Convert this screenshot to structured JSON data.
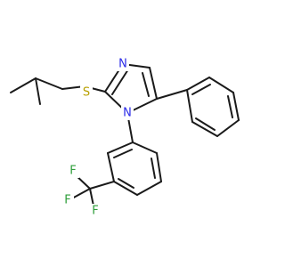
{
  "molecule": {
    "colors": {
      "bond": "#1a1a1a",
      "nitrogen": "#2a2ae8",
      "sulfur": "#b8a000",
      "fluorine": "#2e9e3a"
    },
    "atoms": {
      "n3": {
        "element": "N",
        "label": "N"
      },
      "s": {
        "element": "S",
        "label": "S"
      },
      "n1": {
        "element": "N",
        "label": "N"
      },
      "f1": {
        "element": "F",
        "label": "F"
      },
      "f2": {
        "element": "F",
        "label": "F"
      },
      "f3": {
        "element": "F",
        "label": "F"
      }
    }
  }
}
